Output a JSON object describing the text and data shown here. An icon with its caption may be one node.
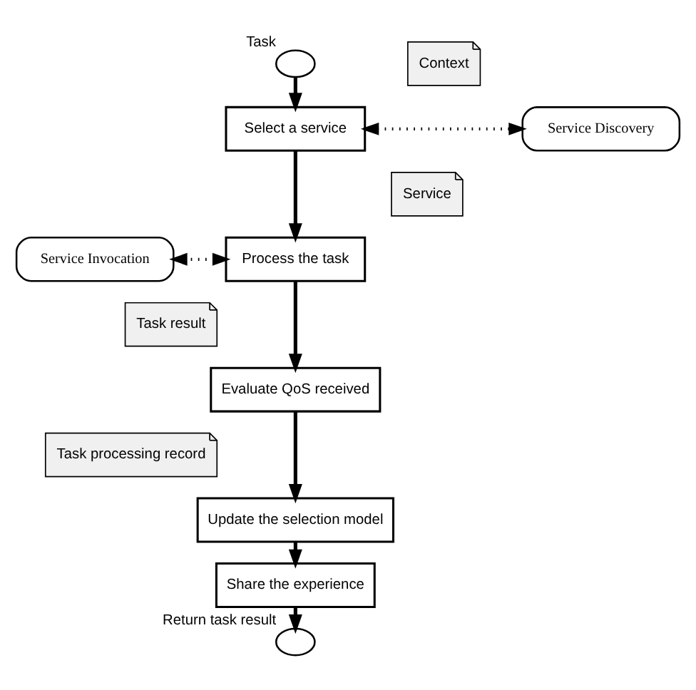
{
  "diagram": {
    "nodes": [
      {
        "text": [
          "Task"
        ]
      },
      {
        "text": [
          "Context"
        ]
      },
      {
        "text": [
          "Select a service"
        ]
      },
      {
        "text": [
          "Service Discovery"
        ]
      },
      {
        "text": [
          "Service"
        ]
      },
      {
        "text": [
          "Process the task"
        ]
      },
      {
        "text": [
          "Service Invocation"
        ]
      },
      {
        "text": [
          "Task result"
        ]
      },
      {
        "text": [
          "Evaluate QoS received"
        ]
      },
      {
        "text": [
          "Task processing record"
        ]
      },
      {
        "text": [
          "Update the selection model"
        ]
      },
      {
        "text": [
          "Share the experience"
        ]
      },
      {
        "text": [
          "Return task result"
        ]
      }
    ],
    "edges": [
      {
        "from": 0,
        "to": 2,
        "arrow": "to"
      },
      {
        "from": 2,
        "to": 3,
        "arrow": "both",
        "style": "dashed"
      },
      {
        "from": 2,
        "to": 5,
        "arrow": "to"
      },
      {
        "from": 5,
        "to": 6,
        "arrow": "both",
        "style": "dashed"
      },
      {
        "from": 5,
        "to": 8,
        "arrow": "to"
      },
      {
        "from": 8,
        "to": 10,
        "arrow": "to"
      },
      {
        "from": 10,
        "to": 11,
        "arrow": "to"
      },
      {
        "from": 11,
        "to": 12,
        "arrow": "to"
      }
    ]
  }
}
